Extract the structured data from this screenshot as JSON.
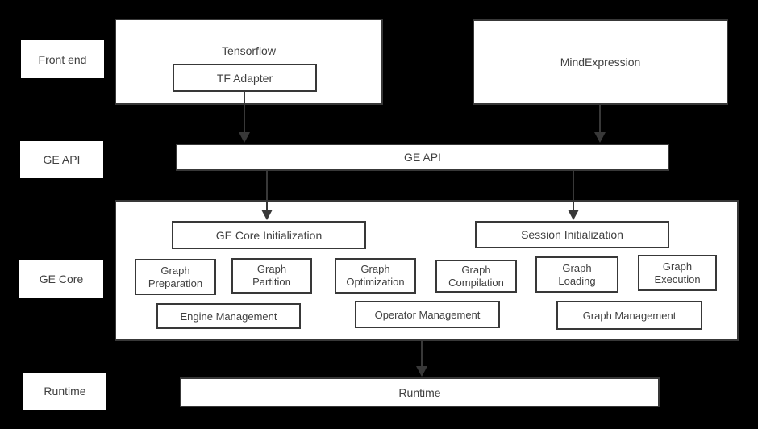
{
  "colors": {
    "background": "#000000",
    "box_fill": "#ffffff",
    "box_border": "#383838",
    "text": "#404040",
    "arrow": "#383838"
  },
  "row_labels": [
    {
      "label": "Front end"
    },
    {
      "label": "GE API"
    },
    {
      "label": "GE Core"
    },
    {
      "label": "Runtime"
    }
  ],
  "front_end": {
    "tensorflow_label": "Tensorflow",
    "tf_adapter_label": "TF Adapter",
    "mindexpression_label": "MindExpression"
  },
  "ge_api": {
    "bar_label": "GE API"
  },
  "ge_core": {
    "init_label": "GE Core Initialization",
    "session_init_label": "Session Initialization",
    "stages": [
      "Graph\nPreparation",
      "Graph\nPartition",
      "Graph\nOptimization",
      "Graph\nCompilation",
      "Graph\nLoading",
      "Graph\nExecution"
    ],
    "management": [
      "Engine Management",
      "Operator Management",
      "Graph Management"
    ]
  },
  "runtime": {
    "bar_label": "Runtime"
  }
}
